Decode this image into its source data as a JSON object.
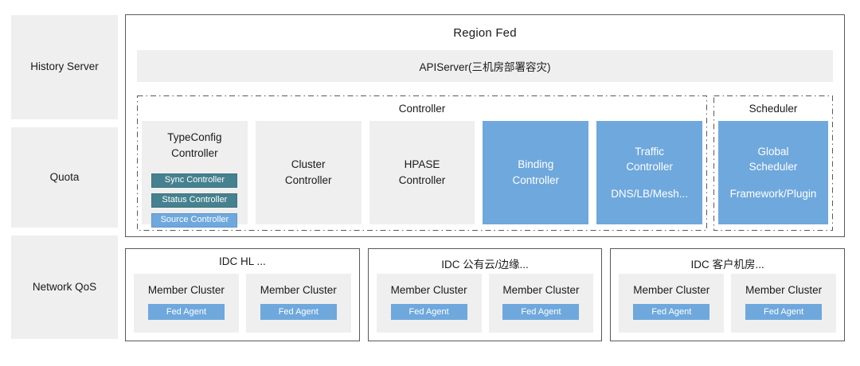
{
  "palette": {
    "blue": "#6fa8dc",
    "teal": "#45818e",
    "gray": "#efefef",
    "border": "#595959"
  },
  "sidebar": {
    "items": [
      {
        "label": "History Server"
      },
      {
        "label": "Quota"
      },
      {
        "label": "Network QoS"
      }
    ]
  },
  "region_fed": {
    "title": "Region Fed",
    "apiserver_label": "APIServer(三机房部署容灾)",
    "controller_group": {
      "label": "Controller",
      "typeconfig": {
        "title": "TypeConfig Controller",
        "sub_controllers": [
          {
            "label": "Sync Controller",
            "color": "teal"
          },
          {
            "label": "Status Controller",
            "color": "teal"
          },
          {
            "label": "Source Controller",
            "color": "blue"
          }
        ]
      },
      "cluster_controller": {
        "label": "Cluster Controller"
      },
      "hpase_controller": {
        "label": "HPASE Controller"
      },
      "binding_controller": {
        "label": "Binding Controller"
      },
      "traffic_controller": {
        "label": "Traffic Controller",
        "sublabel": "DNS/LB/Mesh..."
      }
    },
    "scheduler_group": {
      "label": "Scheduler",
      "global_scheduler": {
        "title": "Global Scheduler",
        "subtitle": "Framework/Plugin"
      }
    }
  },
  "idc_groups": [
    {
      "title": "IDC HL ...",
      "clusters": [
        {
          "label": "Member Cluster",
          "agent": "Fed Agent"
        },
        {
          "label": "Member Cluster",
          "agent": "Fed Agent"
        }
      ]
    },
    {
      "title": "IDC 公有云/边缘...",
      "clusters": [
        {
          "label": "Member Cluster",
          "agent": "Fed Agent"
        },
        {
          "label": "Member Cluster",
          "agent": "Fed Agent"
        }
      ]
    },
    {
      "title": "IDC 客户机房...",
      "clusters": [
        {
          "label": "Member Cluster",
          "agent": "Fed Agent"
        },
        {
          "label": "Member Cluster",
          "agent": "Fed Agent"
        }
      ]
    }
  ]
}
